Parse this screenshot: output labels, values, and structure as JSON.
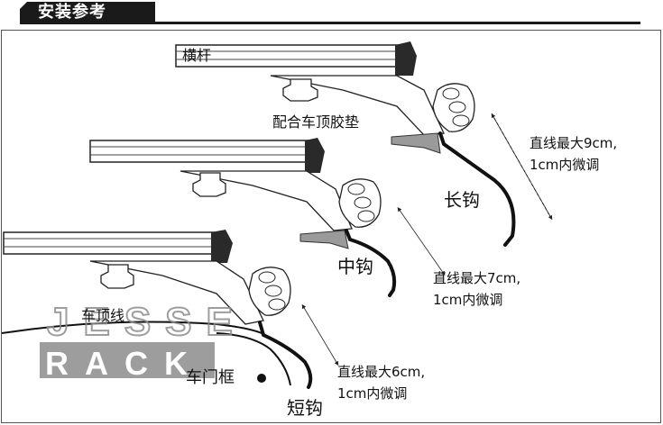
{
  "header": {
    "title": "安装参考"
  },
  "labels": {
    "crossbar": "横杆",
    "rubber_pad": "配合车顶胶垫",
    "long_hook_spec_line1": "直线最大9cm,",
    "long_hook_spec_line2": "1cm内微调",
    "long_hook": "长钩",
    "medium_hook": "中钩",
    "medium_hook_spec_line1": "直线最大7cm,",
    "medium_hook_spec_line2": "1cm内微调",
    "roof_line": "车顶线",
    "door_frame": "车门框",
    "short_hook_spec_line1": "直线最大6cm,",
    "short_hook_spec_line2": "1cm内微调",
    "short_hook": "短钩"
  },
  "watermark": {
    "line1": "JESSE",
    "line2": "RACK"
  },
  "colors": {
    "ink": "#111111",
    "pad_gray": "#9a9a9a",
    "logo_gray": "#8c8c8c"
  }
}
